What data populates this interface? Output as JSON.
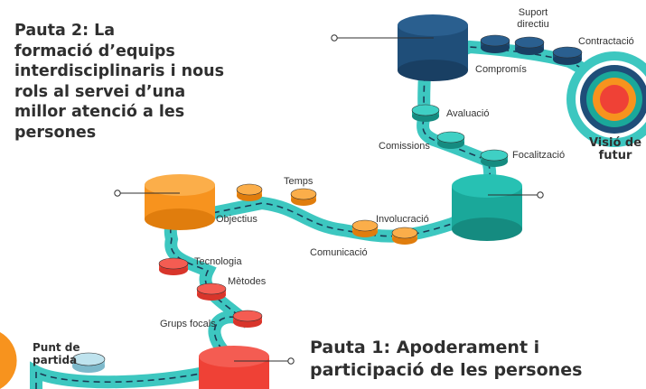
{
  "headings": {
    "pauta2": [
      "Pauta 2: La",
      "formació d’equips",
      "interdisciplinaris i nous",
      "rols al servei d’una",
      "millor atenció a les",
      "persones"
    ],
    "pauta1": [
      "Pauta 1: Apoderament i",
      "participació de les persones"
    ]
  },
  "start_label": [
    "Punt de",
    "partida"
  ],
  "end_label": [
    "Visió de",
    "futur"
  ],
  "labels": {
    "suport": [
      "Suport",
      "directiu"
    ],
    "contractacio": "Contractació",
    "compromis": "Compromís",
    "avaluacio": "Avaluació",
    "comissions": "Comissions",
    "focalitzacio": "Focalització",
    "temps": "Temps",
    "objectius": "Objectius",
    "involucracio": "Involucració",
    "comunicacio": "Comunicació",
    "tecnologia": "Tecnologia",
    "metodes": "Mètodes",
    "grups": "Grups focals"
  },
  "colors": {
    "path": "#3dc7c0",
    "navy": "#1f4e79",
    "teal": "#1aa89a",
    "orange": "#f7931e",
    "red": "#ef4136",
    "start": "#a9d9e6",
    "text": "#2f2f2f"
  }
}
